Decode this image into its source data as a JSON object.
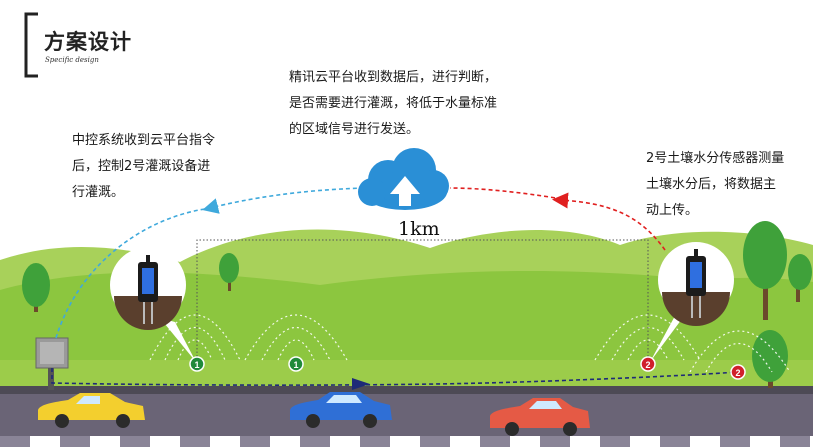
{
  "header": {
    "title": "方案设计",
    "subtitle": "Specific design"
  },
  "captions": {
    "cloud": [
      "精讯云平台收到数据后，进行判断，",
      "是否需要进行灌溉，将低于水量标准",
      "的区域信号进行发送。"
    ],
    "control": [
      "中控系统收到云平台指令",
      "后，控制2号灌溉设备进",
      "行灌溉。"
    ],
    "sensor": [
      "2号土壤水分传感器测量",
      "土壤水分后，将数据主",
      "动上传。"
    ]
  },
  "distance_label": "1km",
  "markers": [
    {
      "label": "1",
      "color": "#1f8a3a"
    },
    {
      "label": "1",
      "color": "#1f8a3a"
    },
    {
      "label": "2",
      "color": "#d0202b"
    },
    {
      "label": "2",
      "color": "#d0202b"
    }
  ],
  "icons": [
    "upload-icon"
  ],
  "colors": {
    "sky_arrow": "#3fa9dc",
    "upload_arrow": "#e02020",
    "ground_arrow": "#1e2a78",
    "cloud": "#2a8fd6",
    "marker_green": "#1f8a3a",
    "marker_red": "#d0202b",
    "grass": "#8cc63f",
    "road": "#6a6476"
  }
}
